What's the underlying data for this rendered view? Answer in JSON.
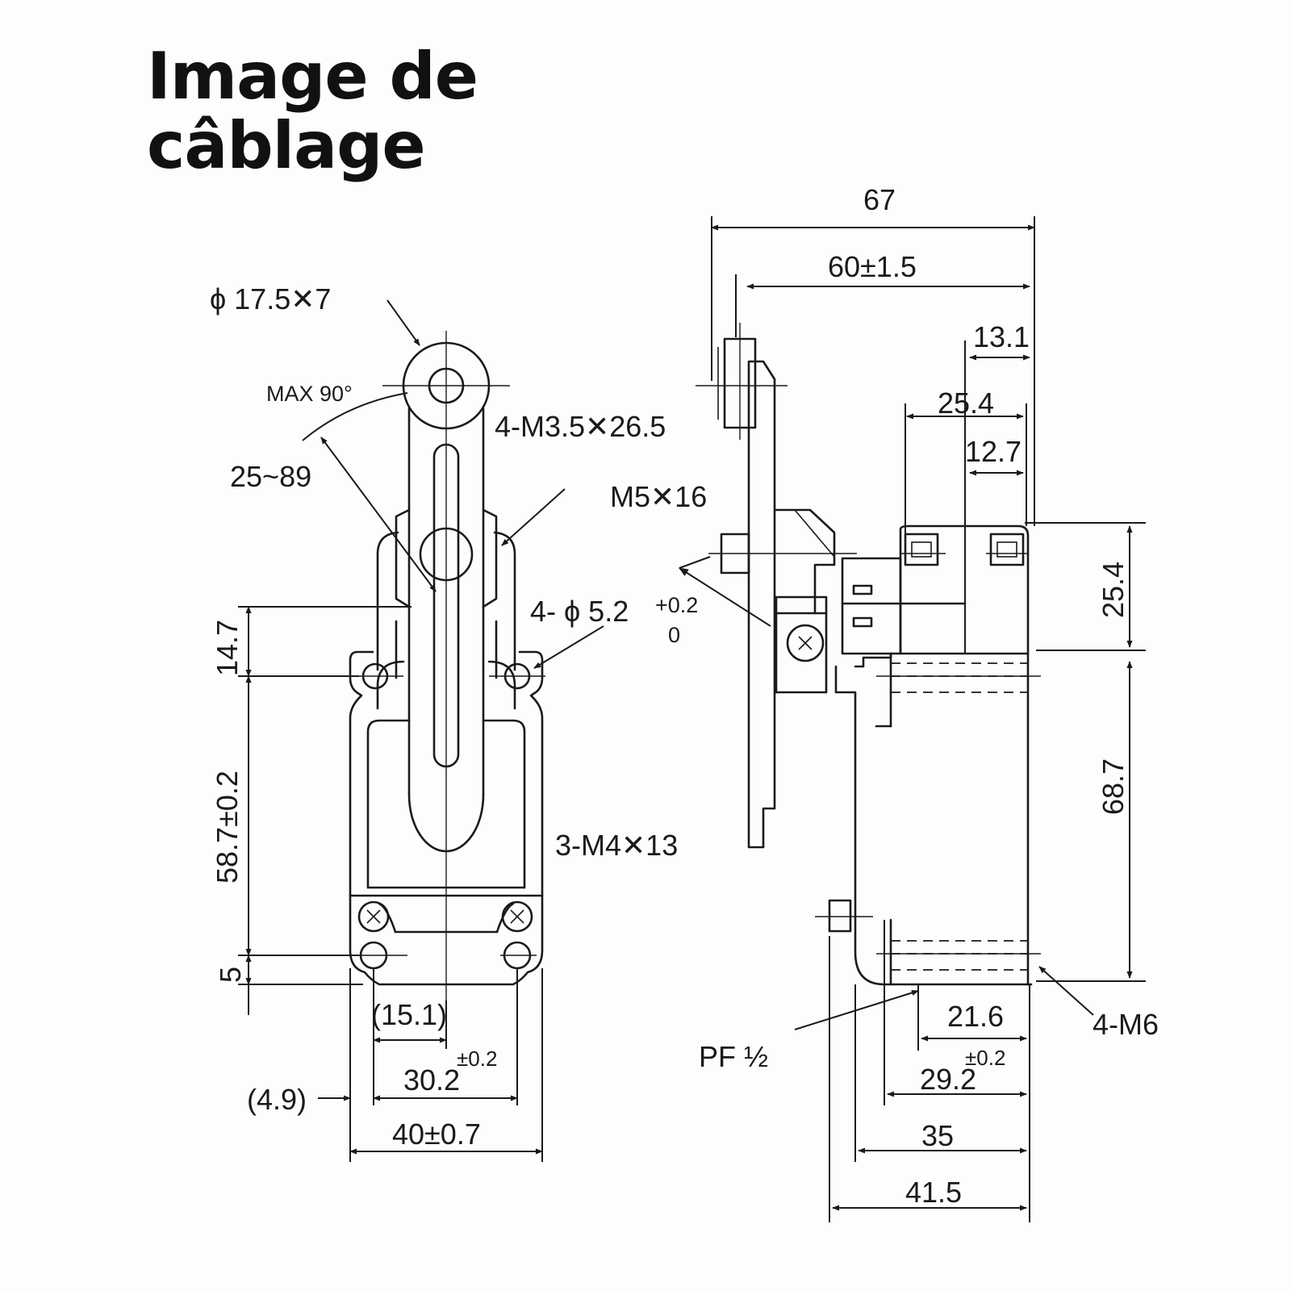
{
  "title": {
    "line1": "Image de",
    "line2": "câblage"
  },
  "front_view": {
    "roller_dim": "ϕ 17.5✕7",
    "max_angle": "MAX 90°",
    "arm_range": "25~89",
    "screw_arm": "4-M3.5✕26.5",
    "holes": "4- ϕ 5.2",
    "screw_terminal": "3-M4✕13",
    "dim_14_7": "14.7",
    "dim_58_7": "58.7±0.2",
    "dim_5": "5",
    "dim_15_1": "(15.1)",
    "dim_4_9": "(4.9)",
    "dim_30_2": "30.2",
    "tol_30_2": "±0.2",
    "dim_40": "40±0.7"
  },
  "side_view": {
    "dim_67": "67",
    "dim_60": "60±1.5",
    "dim_13_1": "13.1",
    "dim_25_4_top": "25.4",
    "dim_12_7": "12.7",
    "screw_m5": "M5✕16",
    "tol_plus": "+0.2",
    "tol_zero": "0",
    "dim_25_4_side": "25.4",
    "dim_68_7": "68.7",
    "thread_m6": "4-M6",
    "conduit": "PF ½",
    "dim_21_6": "21.6",
    "dim_29_2": "29.2",
    "tol_29_2": "±0.2",
    "dim_35": "35",
    "dim_41_5": "41.5"
  }
}
